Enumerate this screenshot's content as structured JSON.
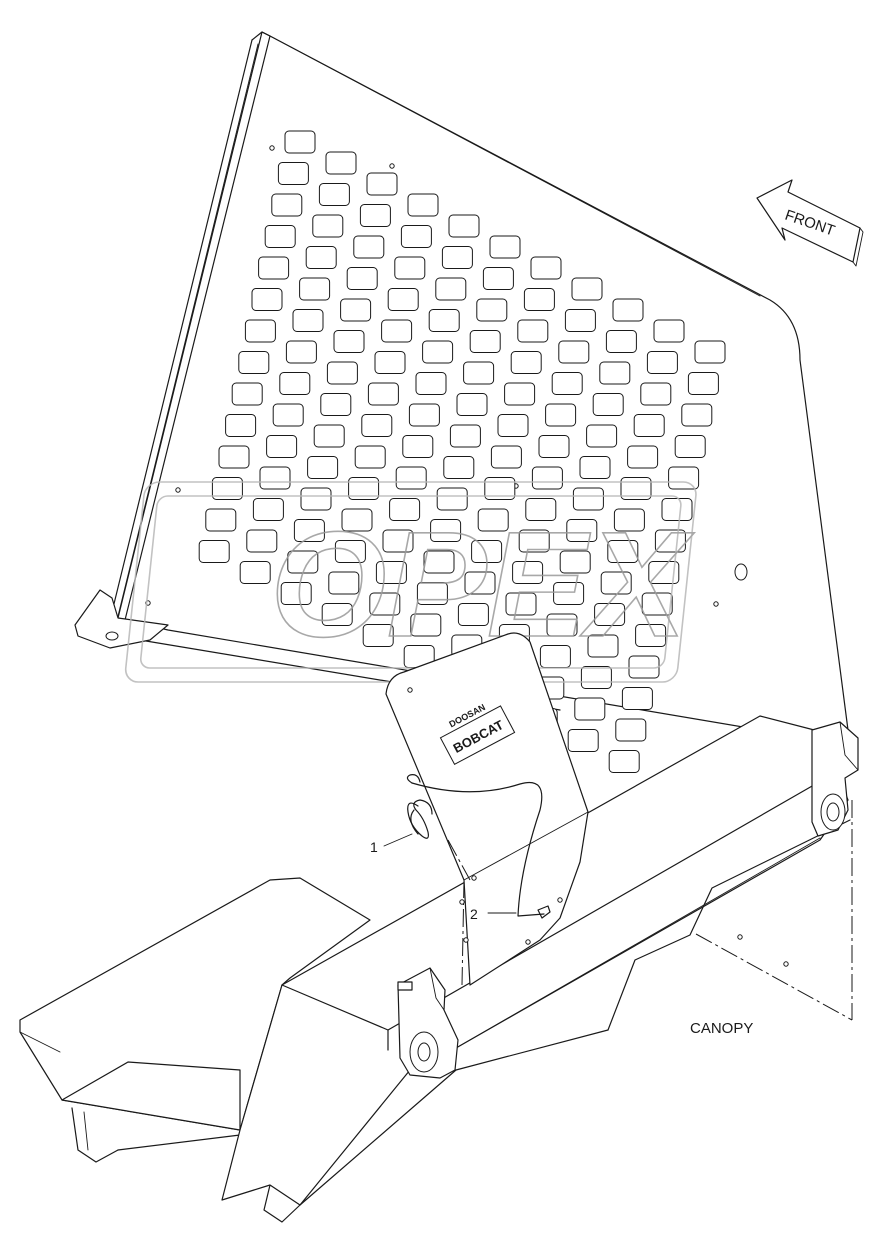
{
  "labels": {
    "front": "FRONT",
    "canopy": "CANOPY",
    "callout_1": "1",
    "callout_2": "2"
  },
  "watermark": {
    "text": "OPEX"
  },
  "decal": {
    "text_top": "DOOSAN",
    "text_main": "BOBCAT"
  },
  "grid": {
    "rows": 14,
    "cols": 11
  }
}
